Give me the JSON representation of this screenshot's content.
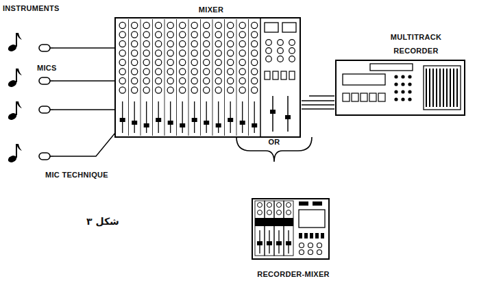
{
  "diagram": {
    "nodes": [
      {
        "text": [
          "MIXER"
        ]
      },
      {
        "text": [
          "MULTITRACK RECORDER"
        ]
      },
      {
        "text": [
          "RECORDER-MIXER"
        ]
      }
    ],
    "edges": [
      {
        "from": 0,
        "to": 1,
        "arrow": "none"
      }
    ],
    "labels": [
      "INSTRUMENTS",
      "MICS",
      "MIC TECHNIQUE",
      "OR",
      "شکل ۳"
    ]
  }
}
